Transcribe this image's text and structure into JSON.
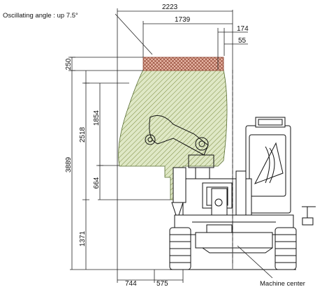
{
  "annotations": {
    "oscillating_angle": "Oscillating angle : up 7.5°",
    "machine_center": "Machine center"
  },
  "dimensions": {
    "top_width": "2223",
    "inner_width": "1739",
    "offset_a": "174",
    "offset_b": "55",
    "top_height": "250",
    "total_height": "3889",
    "upper_height": "2518",
    "mid_height": "1854",
    "lower_mid_height": "664",
    "base_height": "1371",
    "bottom_left": "744",
    "bottom_right": "575"
  },
  "colors": {
    "hatch_fill": "#dfe8c6",
    "hatch_line": "#7c8b3f",
    "cap_fill": "#d6a090",
    "cap_line": "#8a3d2a"
  }
}
